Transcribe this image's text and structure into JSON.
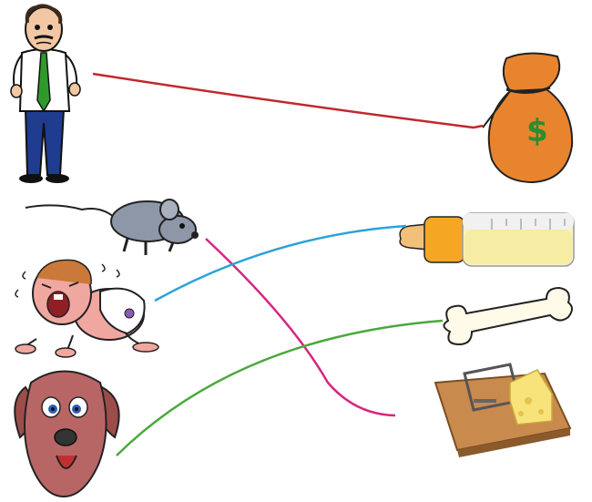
{
  "worksheet": {
    "left_items": [
      {
        "id": "man",
        "icon": "businessman-icon"
      },
      {
        "id": "mouse",
        "icon": "mouse-icon"
      },
      {
        "id": "baby",
        "icon": "crying-baby-icon"
      },
      {
        "id": "dog",
        "icon": "dog-icon"
      }
    ],
    "right_items": [
      {
        "id": "money",
        "icon": "money-bag-icon"
      },
      {
        "id": "bottle",
        "icon": "baby-bottle-icon"
      },
      {
        "id": "bone",
        "icon": "bone-icon"
      },
      {
        "id": "trap",
        "icon": "mousetrap-cheese-icon"
      }
    ],
    "matches": [
      {
        "from": "man",
        "to": "money",
        "color": "#c0282d"
      },
      {
        "from": "mouse",
        "to": "trap",
        "color": "#d6267f"
      },
      {
        "from": "baby",
        "to": "bottle",
        "color": "#2aa3d8"
      },
      {
        "from": "dog",
        "to": "bone",
        "color": "#4aa83c"
      }
    ]
  }
}
